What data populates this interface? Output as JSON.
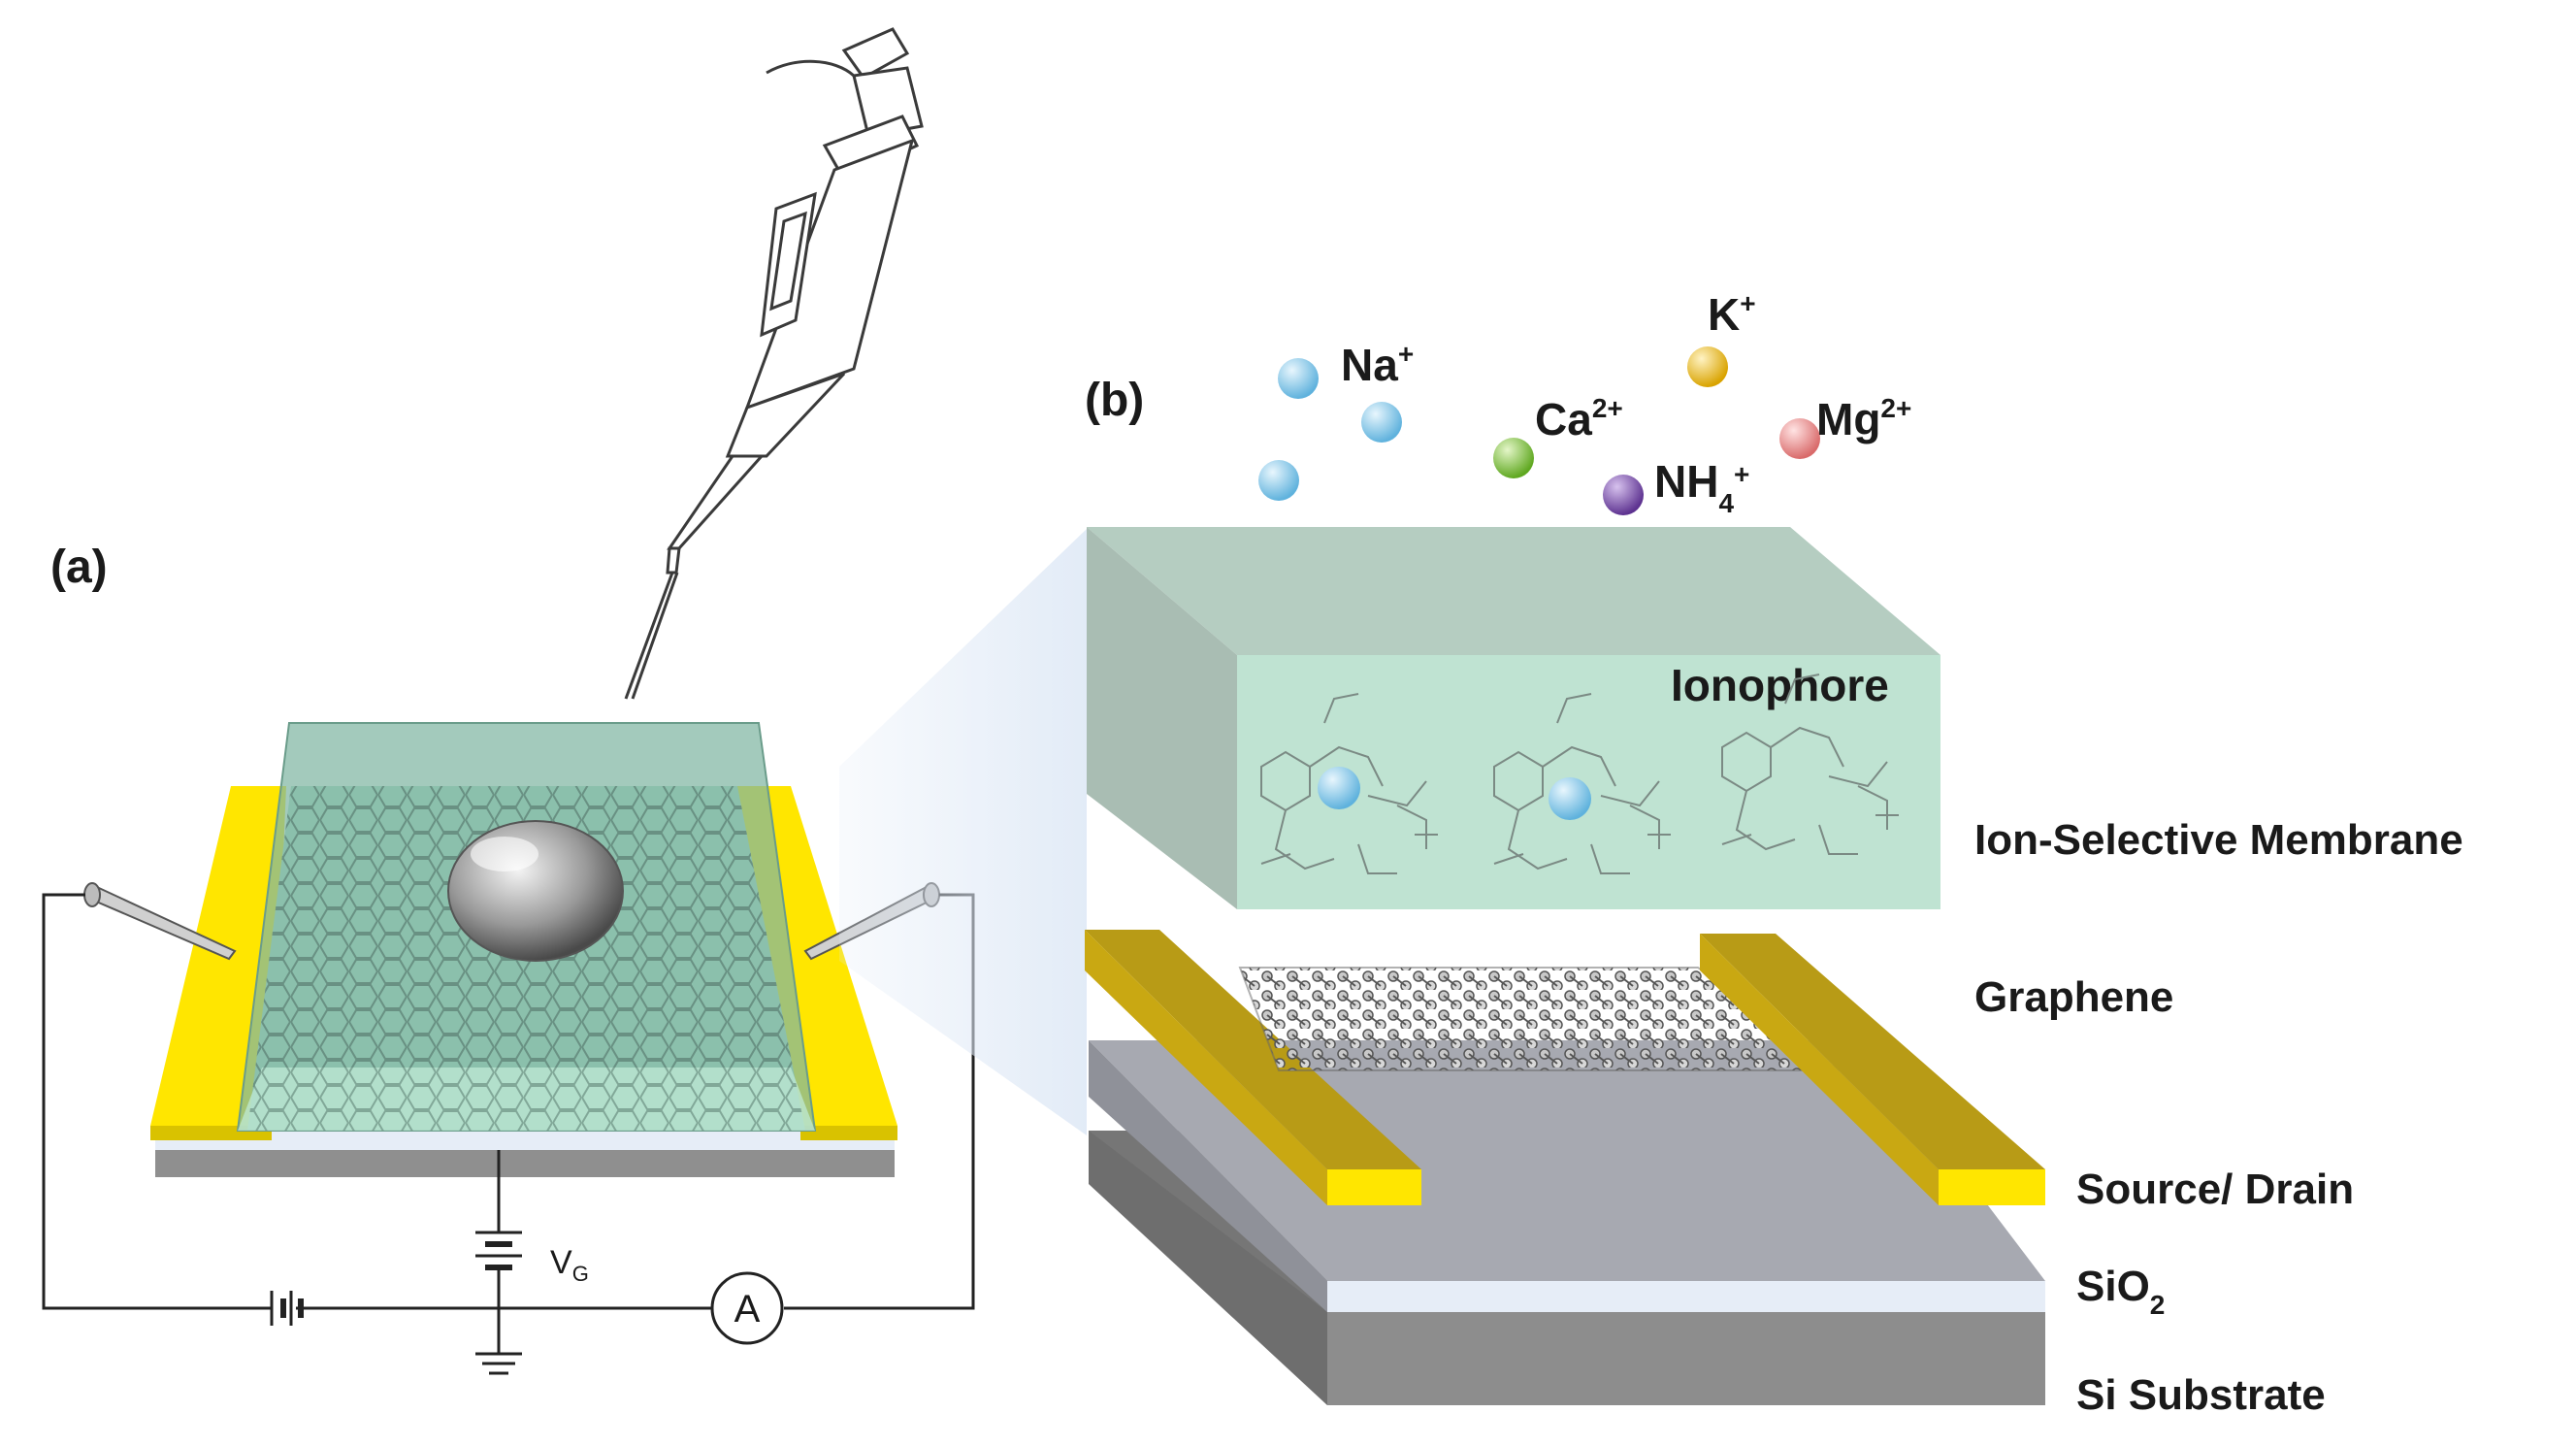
{
  "panels": {
    "a": "(a)",
    "b": "(b)"
  },
  "ions": {
    "na": {
      "base": "Na",
      "charge": "+"
    },
    "k": {
      "base": "K",
      "charge": "+"
    },
    "ca": {
      "base": "Ca",
      "charge": "2+"
    },
    "mg": {
      "base": "Mg",
      "charge": "2+"
    },
    "nh4": {
      "base": "NH",
      "sub": "4",
      "charge": "+"
    }
  },
  "membrane_label": "Ionophore",
  "layers": {
    "membrane": "Ion-Selective Membrane",
    "graphene": "Graphene",
    "electrodes": "Source/ Drain",
    "oxide": {
      "base": "SiO",
      "sub": "2"
    },
    "substrate": "Si Substrate"
  },
  "circuit": {
    "gate_voltage": {
      "base": "V",
      "sub": "G"
    },
    "ammeter": "A"
  },
  "colors": {
    "membrane": "#bfe3d2",
    "gold": "#ffe600",
    "gold_dark": "#b89b16",
    "sio2": "#e6edf7",
    "silicon": "#8a8a8a",
    "na_ion": "#8fcdea",
    "k_ion": "#f2c230",
    "ca_ion": "#8cc63f",
    "mg_ion": "#ef8f8f",
    "nh4_ion": "#7b4fa8"
  }
}
